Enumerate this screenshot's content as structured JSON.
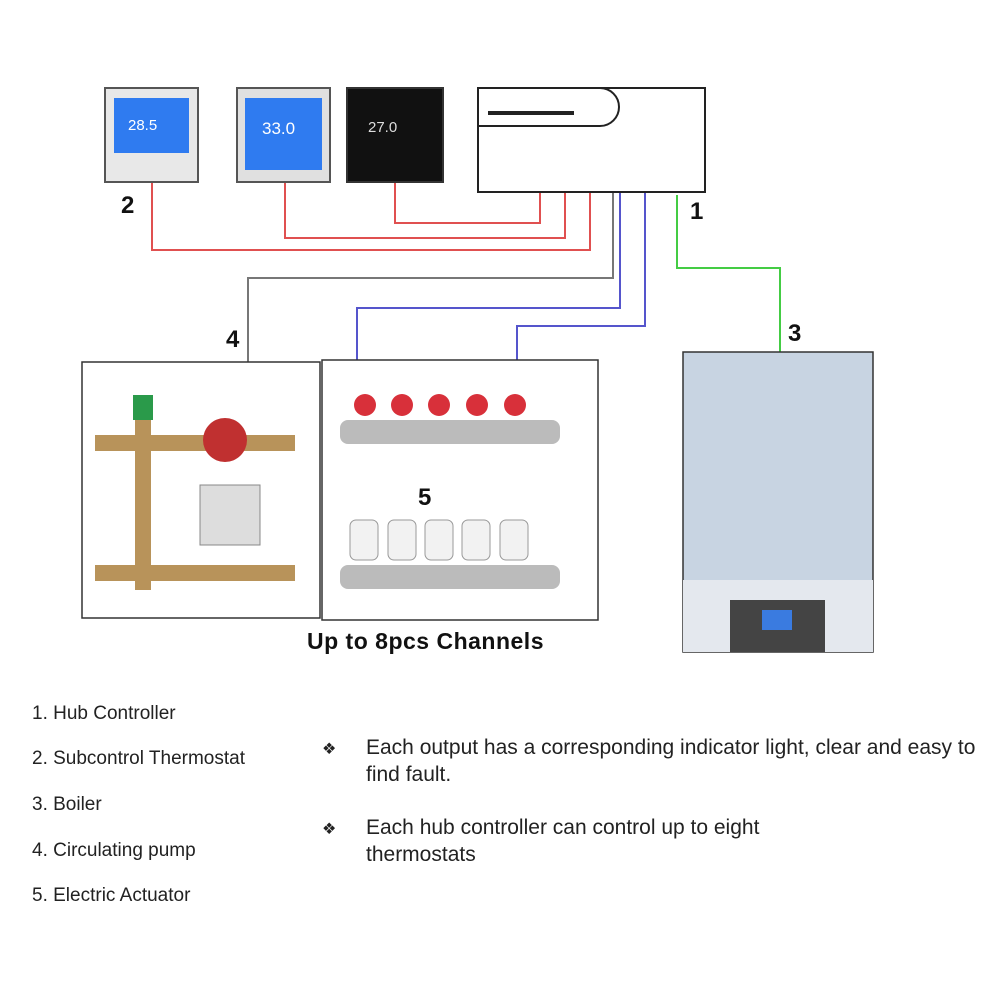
{
  "thermostats": [
    {
      "display": "28.5",
      "screen": "#2f7bf0"
    },
    {
      "display": "33.0",
      "screen": "#2f7bf0"
    },
    {
      "display": "27.0",
      "screen": "#111111"
    }
  ],
  "labels": {
    "n1": "1",
    "n2": "2",
    "n3": "3",
    "n4": "4",
    "n5": "5"
  },
  "caption": "Up to 8pcs Channels",
  "legend": [
    "1. Hub Controller",
    "2. Subcontrol Thermostat",
    "3. Boiler",
    "4. Circulating pump",
    "5. Electric Actuator"
  ],
  "bullets": [
    {
      "icon": "diamond-bullet-icon",
      "symbol": "❖",
      "text": "Each output has a corresponding indicator light, clear and easy to find fault."
    },
    {
      "icon": "diamond-bullet-icon",
      "symbol": "❖",
      "text": "Each hub controller can control up to eight thermostats"
    }
  ],
  "wire_colors": {
    "thermostat": "#e05050",
    "pump": "#777777",
    "actuator": "#5555cc",
    "boiler": "#44cc44"
  }
}
